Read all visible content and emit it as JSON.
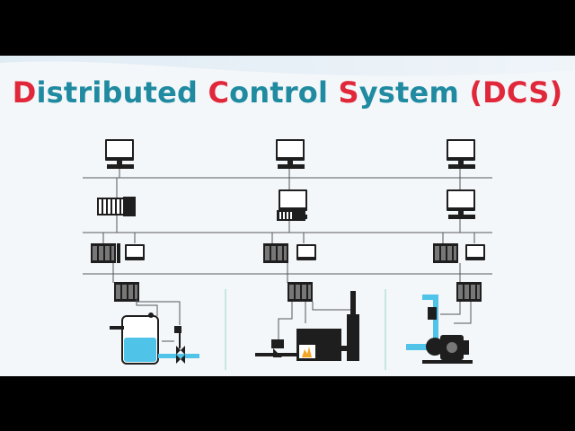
{
  "title": {
    "word1_first": "D",
    "word1_rest": "istributed ",
    "word2_first": "C",
    "word2_rest": "ontrol ",
    "word3_first": "S",
    "word3_rest": "ystem ",
    "suffix": "(DCS)"
  },
  "colors": {
    "title_main": "#1f8aa0",
    "title_accent": "#e0283a",
    "water": "#4fc3e8",
    "flame": "#f5a623",
    "device": "#1e1e1e",
    "network_line": "#555555"
  }
}
